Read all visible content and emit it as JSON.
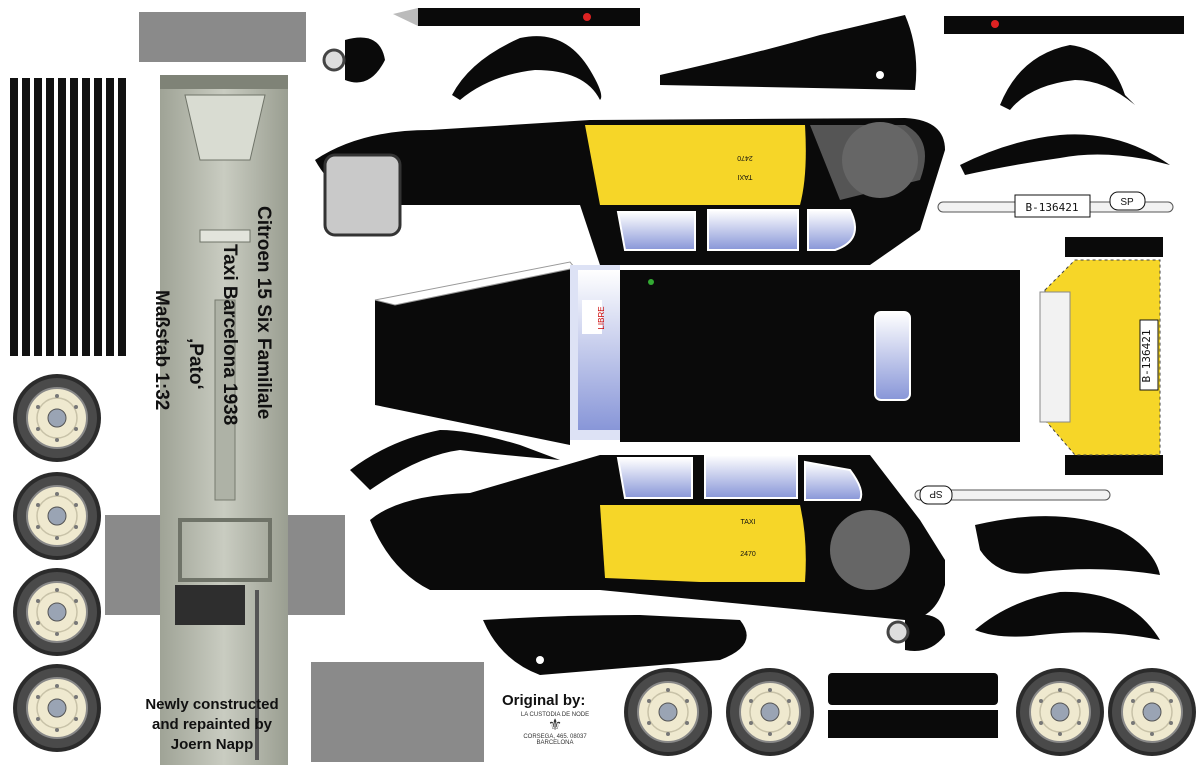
{
  "title": {
    "line1": "Citroen 15 Six Familiale",
    "line2": "Taxi Barcelona 1938",
    "line3": "‚Pato‘",
    "line4": "Maßstab 1:32"
  },
  "credit": {
    "line1": "Newly constructed",
    "line2": "and repainted by",
    "line3": "Joern Napp"
  },
  "original": {
    "label": "Original by:",
    "stamp_top": "LA CUSTODIA DE NODE",
    "stamp_bottom": "CORSEGA, 465. 08037 BARCELONA"
  },
  "car": {
    "taxi_label": "TAXI",
    "taxi_number": "2470",
    "sign_text": "LIBRE",
    "plate": "B-136421",
    "plate_country": "SP"
  },
  "colors": {
    "body": "#0a0a0a",
    "door_yellow": "#f6d628",
    "glass": "#c7d0f0",
    "grey_panel": "#8a8a8a",
    "chassis": "#b9bdb1"
  }
}
